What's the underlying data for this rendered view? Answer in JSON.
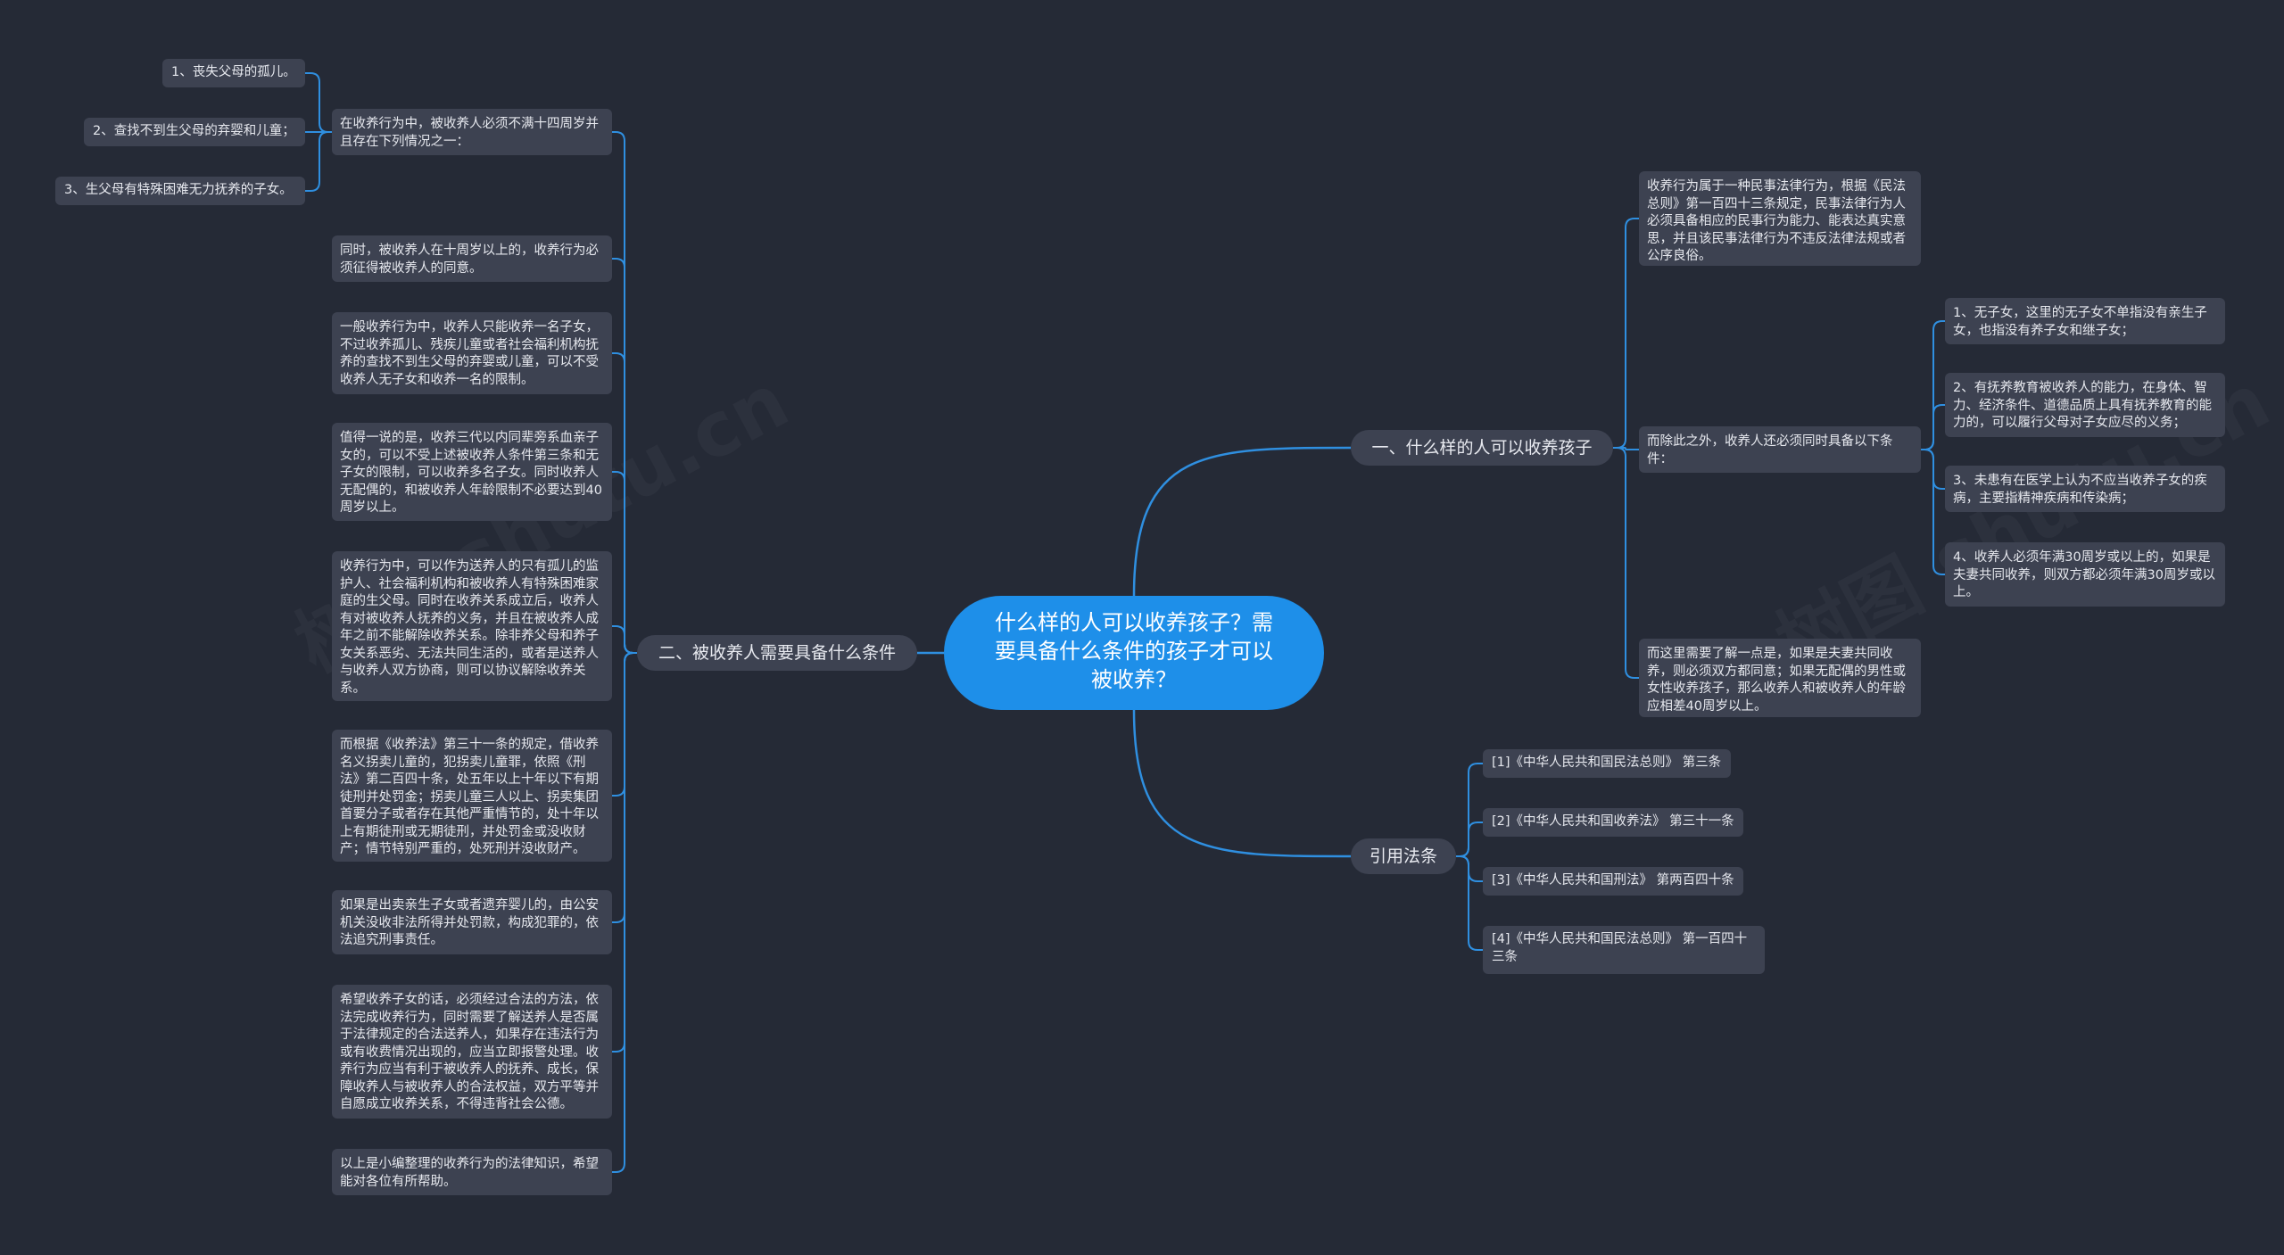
{
  "root": {
    "label": "什么样的人可以收养孩子？需要具备什么条件的孩子才可以被收养？"
  },
  "branches": {
    "b1": {
      "label": "一、什么样的人可以收养孩子",
      "items": [
        "收养行为属于一种民事法律行为，根据《民法总则》第一百四十三条规定，民事法律行为人必须具备相应的民事行为能力、能表达真实意思，并且该民事法律行为不违反法律法规或者公序良俗。",
        "而除此之外，收养人还必须同时具备以下条件：",
        "而这里需要了解一点是，如果是夫妻共同收养，则必须双方都同意；如果无配偶的男性或女性收养孩子，那么收养人和被收养人的年龄应相差40周岁以上。"
      ],
      "sub": [
        "1、无子女，这里的无子女不单指没有亲生子女，也指没有养子女和继子女；",
        "2、有抚养教育被收养人的能力，在身体、智力、经济条件、道德品质上具有抚养教育的能力的，可以履行父母对子女应尽的义务；",
        "3、未患有在医学上认为不应当收养子女的疾病，主要指精神疾病和传染病；",
        "4、收养人必须年满30周岁或以上的，如果是夫妻共同收养，则双方都必须年满30周岁或以上。"
      ]
    },
    "b2": {
      "label": "二、被收养人需要具备什么条件",
      "items": [
        "在收养行为中，被收养人必须不满十四周岁并且存在下列情况之一：",
        "同时，被收养人在十周岁以上的，收养行为必须征得被收养人的同意。",
        "一般收养行为中，收养人只能收养一名子女，不过收养孤儿、残疾儿童或者社会福利机构抚养的查找不到生父母的弃婴或儿童，可以不受收养人无子女和收养一名的限制。",
        "值得一说的是，收养三代以内同辈旁系血亲子女的，可以不受上述被收养人条件第三条和无子女的限制，可以收养多名子女。同时收养人无配偶的，和被收养人年龄限制不必要达到40周岁以上。",
        "收养行为中，可以作为送养人的只有孤儿的监护人、社会福利机构和被收养人有特殊困难家庭的生父母。同时在收养关系成立后，收养人有对被收养人抚养的义务，并且在被收养人成年之前不能解除收养关系。除非养父母和养子女关系恶劣、无法共同生活的，或者是送养人与收养人双方协商，则可以协议解除收养关系。",
        "而根据《收养法》第三十一条的规定，借收养名义拐卖儿童的，犯拐卖儿童罪，依照《刑法》第二百四十条，处五年以上十年以下有期徒刑并处罚金；拐卖儿童三人以上、拐卖集团首要分子或者存在其他严重情节的，处十年以上有期徒刑或无期徒刑，并处罚金或没收财产；情节特别严重的，处死刑并没收财产。",
        "如果是出卖亲生子女或者遗弃婴儿的，由公安机关没收非法所得并处罚款，构成犯罪的，依法追究刑事责任。",
        "希望收养子女的话，必须经过合法的方法，依法完成收养行为，同时需要了解送养人是否属于法律规定的合法送养人，如果存在违法行为或有收费情况出现的，应当立即报警处理。收养行为应当有利于被收养人的抚养、成长，保障收养人与被收养人的合法权益，双方平等并自愿成立收养关系，不得违背社会公德。",
        "以上是小编整理的收养行为的法律知识，希望能对各位有所帮助。"
      ],
      "sub": [
        "1、丧失父母的孤儿。",
        "2、查找不到生父母的弃婴和儿童；",
        "3、生父母有特殊困难无力抚养的子女。"
      ]
    },
    "b3": {
      "label": "引用法条",
      "items": [
        "[1]《中华人民共和国民法总则》 第三条",
        "[2]《中华人民共和国收养法》 第三十一条",
        "[3]《中华人民共和国刑法》 第两百四十条",
        "[4]《中华人民共和国民法总则》 第一百四十三条"
      ]
    }
  },
  "colors": {
    "background": "#252a36",
    "root": "#1e8fe9",
    "node": "#3d4251",
    "line": "#2f8fe0",
    "text": "#e6e8ee"
  }
}
